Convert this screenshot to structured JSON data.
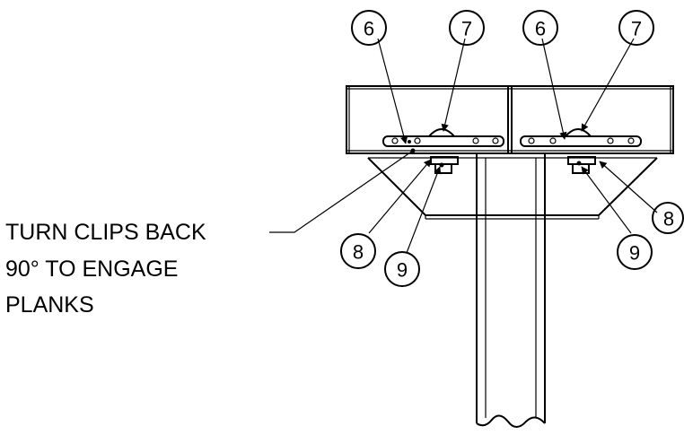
{
  "note": {
    "line1": "TURN CLIPS BACK",
    "line2": "90° TO ENGAGE",
    "line3": "PLANKS"
  },
  "callouts": {
    "top_left_6": "6",
    "top_left_7": "7",
    "top_right_6": "6",
    "top_right_7": "7",
    "left_8": "8",
    "left_9": "9",
    "right_8": "8",
    "right_9": "9"
  }
}
